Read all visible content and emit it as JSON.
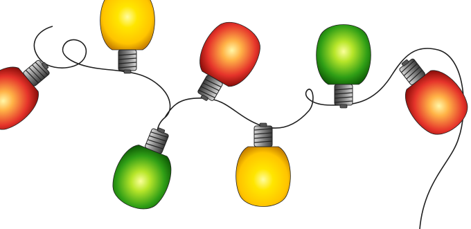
{
  "scene": {
    "background": "#ffffff",
    "wire_color": "#1e1e1e",
    "socket_colors": {
      "light": "#d9d9d9",
      "mid": "#8c8c8c",
      "dark": "#3a3a3a"
    },
    "bulb_colors": {
      "red": {
        "highlight": "#fff7a8",
        "glow": "#ffb347",
        "base": "#e5332a",
        "edge": "#8e0f0b"
      },
      "orange": {
        "highlight": "#fffca0",
        "glow": "#ffe600",
        "base": "#ffc400",
        "edge": "#c47d00"
      },
      "green": {
        "highlight": "#fbff9a",
        "glow": "#b8e62a",
        "base": "#2f9e16",
        "edge": "#0f5c06"
      }
    },
    "bulbs": [
      {
        "id": "bulb-red-left",
        "color": "red"
      },
      {
        "id": "bulb-orange-top",
        "color": "orange"
      },
      {
        "id": "bulb-green-bottom-left",
        "color": "green"
      },
      {
        "id": "bulb-red-center",
        "color": "red"
      },
      {
        "id": "bulb-orange-bottom",
        "color": "orange"
      },
      {
        "id": "bulb-green-right",
        "color": "green"
      },
      {
        "id": "bulb-red-right",
        "color": "red"
      }
    ]
  }
}
